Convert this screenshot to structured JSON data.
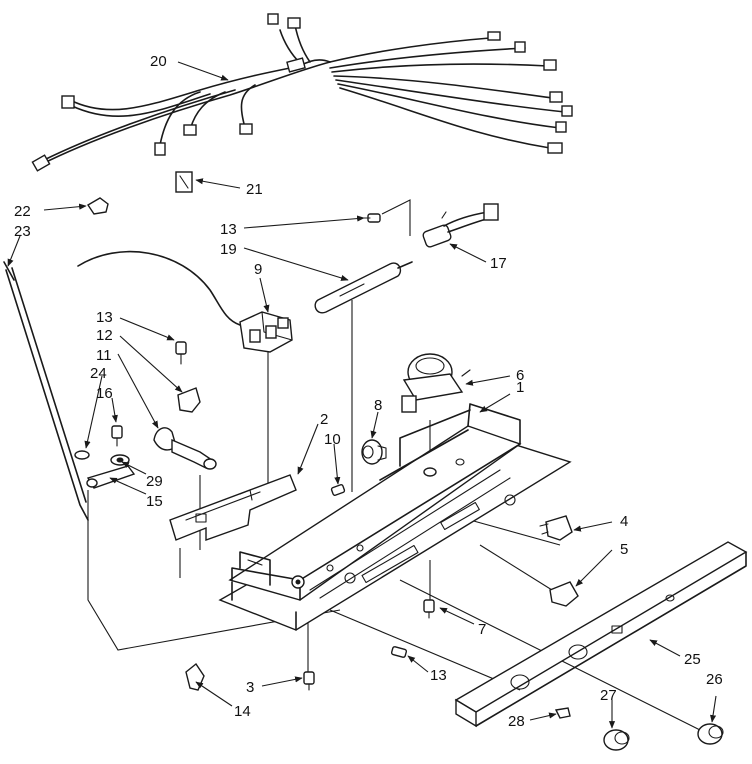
{
  "callouts": {
    "c1": "1",
    "c2": "2",
    "c3": "3",
    "c4": "4",
    "c5": "5",
    "c6": "6",
    "c7": "7",
    "c8": "8",
    "c9": "9",
    "c10": "10",
    "c11": "11",
    "c12": "12",
    "c13a": "13",
    "c13b": "13",
    "c13c": "13",
    "c14": "14",
    "c15": "15",
    "c16": "16",
    "c17": "17",
    "c19": "19",
    "c20": "20",
    "c21": "21",
    "c22": "22",
    "c23": "23",
    "c24": "24",
    "c25": "25",
    "c26": "26",
    "c27": "27",
    "c28": "28",
    "c29": "29"
  }
}
